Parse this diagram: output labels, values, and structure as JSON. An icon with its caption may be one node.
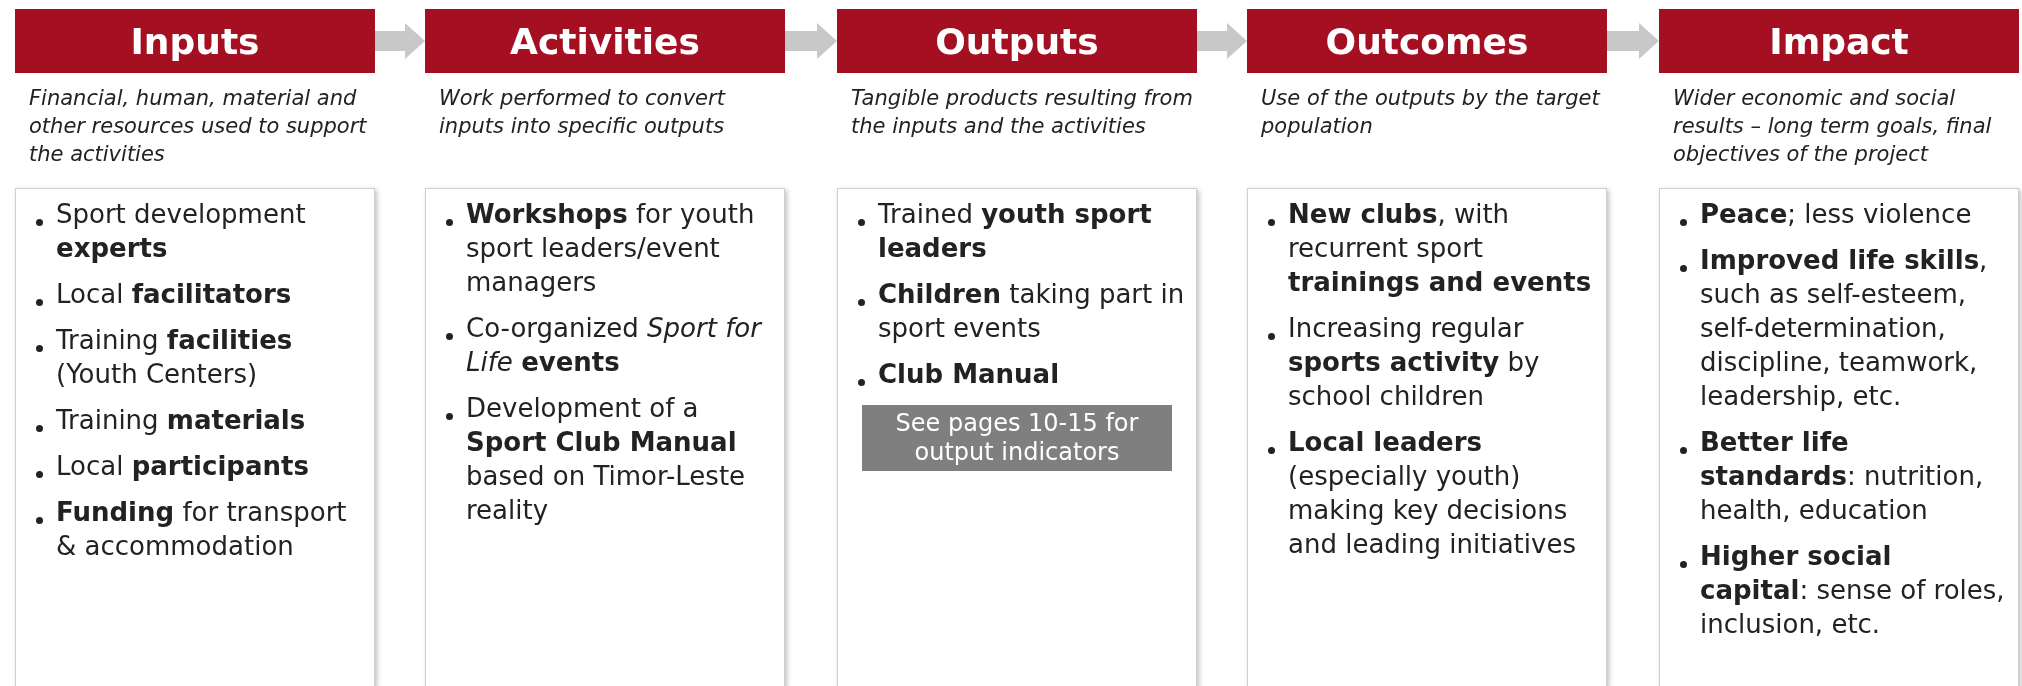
{
  "diagram": {
    "nodes": [
      {
        "text": [
          "Inputs"
        ],
        "beside": [
          "Financial, human, material and other resources used to support the activities"
        ]
      },
      {
        "text": [
          "Activities"
        ],
        "beside": [
          "Work performed to convert inputs into specific outputs"
        ]
      },
      {
        "text": [
          "Outputs"
        ],
        "beside": [
          "Tangible products resulting from the inputs and the activities"
        ]
      },
      {
        "text": [
          "Outcomes"
        ],
        "beside": [
          "Use of the outputs by the target population"
        ]
      },
      {
        "text": [
          "Impact"
        ],
        "beside": [
          "Wider economic and social results – long term goals, final objectives of the project"
        ]
      },
      {
        "text": [
          "Sport development **experts**",
          "Local **facilitators**",
          "Training **facilities** (Youth Centers)",
          "Training **materials**",
          "Local **participants**",
          "**Funding** for transport & accommodation"
        ]
      },
      {
        "text": [
          "**Workshops** for youth sport leaders/event managers",
          "Co-organized *Sport for Life* **events**",
          "Development of a **Sport Club Manual** based on Timor-Leste reality"
        ]
      },
      {
        "text": [
          "Trained **youth sport leaders**",
          "**Children** taking part in sport events",
          "**Club Manual**"
        ]
      },
      {
        "text": [
          "**New clubs**, with recurrent sport **trainings and events**",
          "Increasing regular **sports activity** by school children",
          "**Local leaders** (especially youth) making key decisions and leading initiatives"
        ]
      },
      {
        "text": [
          "**Peace**; less violence",
          "**Improved life skills**, such as self-esteem, self-determination, discipline, teamwork, leadership, etc.",
          "**Better life standards**: nutrition, health, education",
          "**Higher social capital**: sense of roles, inclusion, etc."
        ]
      },
      {
        "text": [
          "See pages 10-15 for output indicators"
        ],
        "in": 7
      }
    ],
    "edges": [
      {
        "from": 0,
        "to": 1,
        "arrow": "to"
      },
      {
        "from": 1,
        "to": 2,
        "arrow": "to"
      },
      {
        "from": 2,
        "to": 3,
        "arrow": "to"
      },
      {
        "from": 3,
        "to": 4,
        "arrow": "to"
      }
    ]
  }
}
